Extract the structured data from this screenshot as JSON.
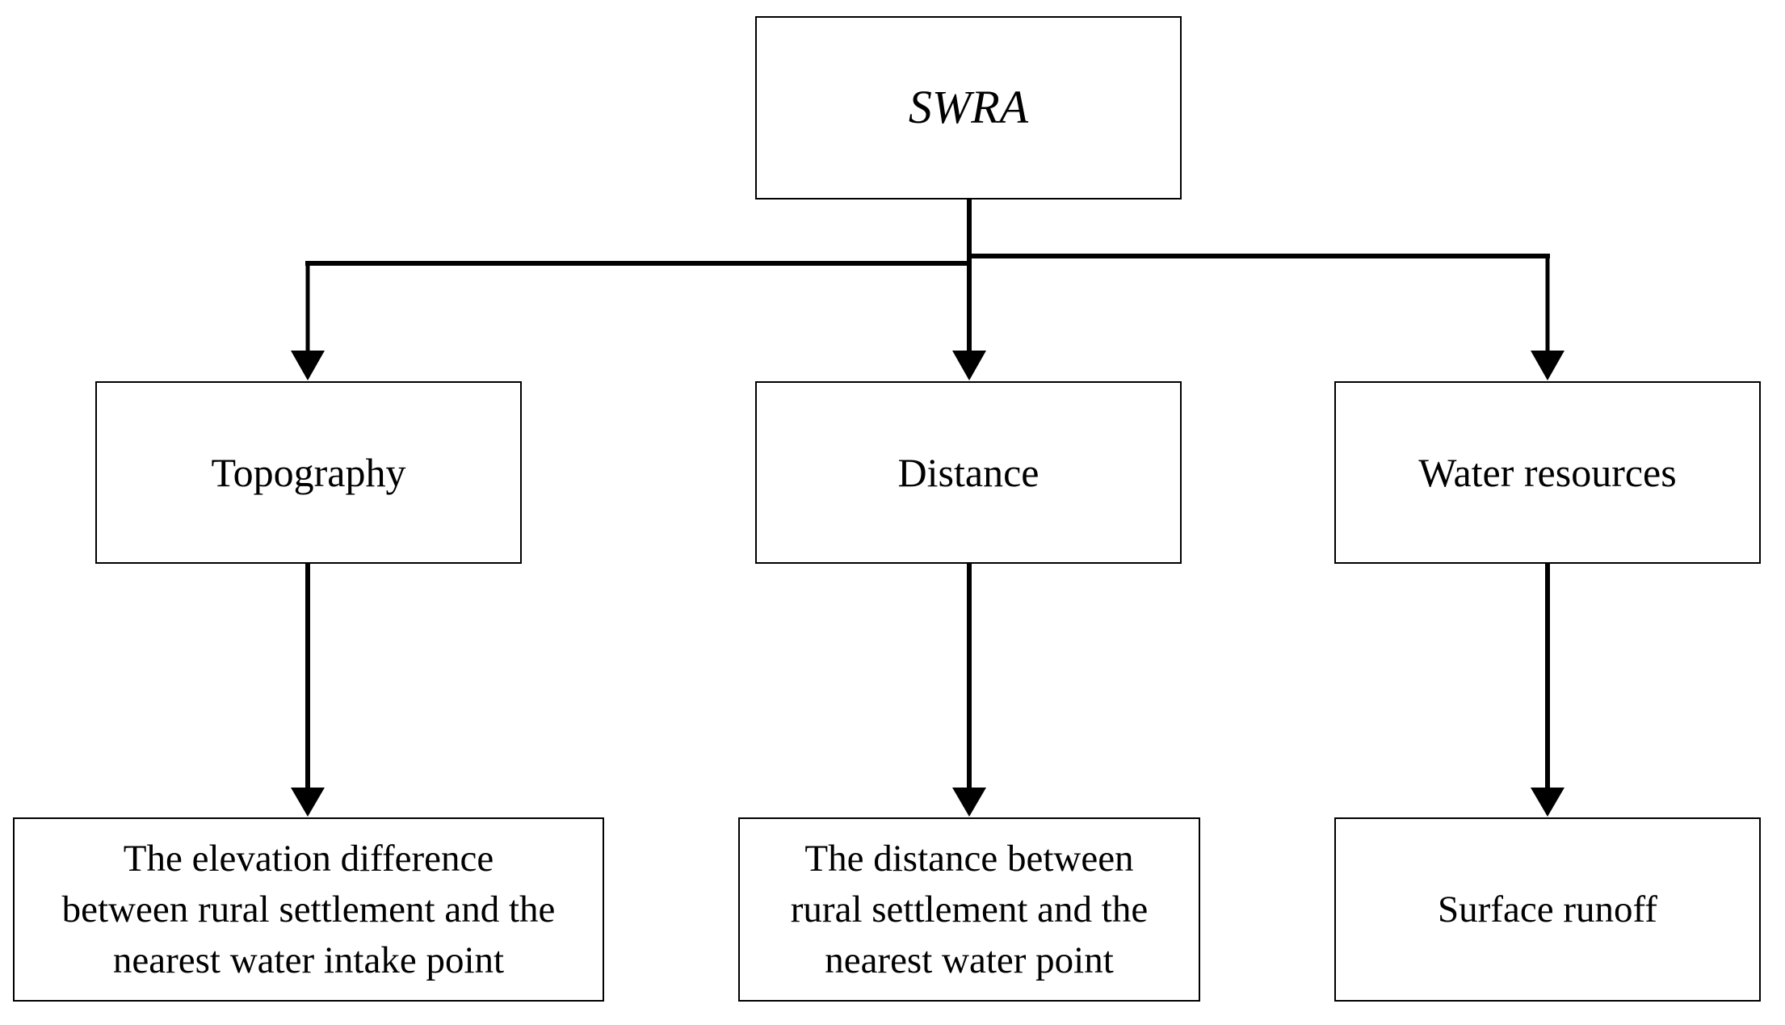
{
  "colors": {
    "line": "#000000",
    "background": "#ffffff",
    "text": "#000000"
  },
  "diagram": {
    "root": {
      "label": "SWRA"
    },
    "criteria": [
      {
        "label": "Topography"
      },
      {
        "label": "Distance"
      },
      {
        "label": "Water resources"
      }
    ],
    "indicators": [
      {
        "label": [
          "The elevation difference",
          "between rural settlement and the",
          "nearest water intake point"
        ]
      },
      {
        "label": [
          "The distance between",
          "rural settlement and the",
          "nearest water point"
        ]
      },
      {
        "label": "Surface runoff"
      }
    ]
  }
}
